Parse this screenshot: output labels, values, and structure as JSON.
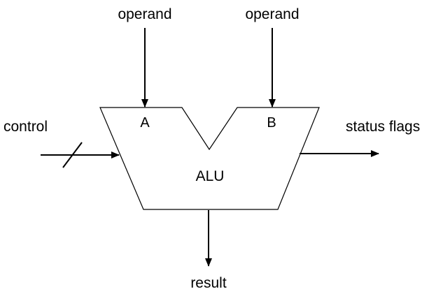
{
  "diagram": {
    "type": "ALU block diagram",
    "block": {
      "label": "ALU",
      "port_a": "A",
      "port_b": "B"
    },
    "inputs": [
      {
        "id": "operand-a",
        "label": "operand",
        "target_port": "A"
      },
      {
        "id": "operand-b",
        "label": "operand",
        "target_port": "B"
      },
      {
        "id": "control",
        "label": "control",
        "bus": true
      }
    ],
    "outputs": [
      {
        "id": "status-flags",
        "label": "status flags"
      },
      {
        "id": "result",
        "label": "result"
      }
    ],
    "colors": {
      "stroke": "#000000",
      "background": "#ffffff"
    }
  }
}
